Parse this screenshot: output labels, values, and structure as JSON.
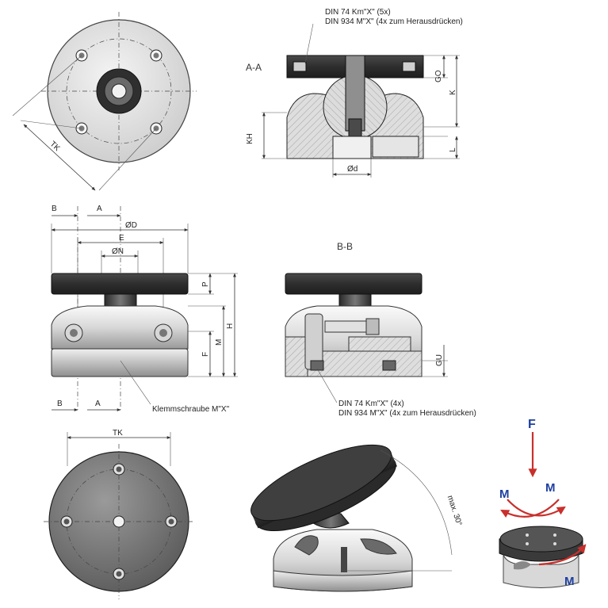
{
  "labels": {
    "top_din_74": "DIN 74 Km\"X\"  (5x)",
    "top_din_934": "DIN 934  M\"X\"  (4x zum Herausdrücken)",
    "section_aa": "A-A",
    "section_bb": "B-B",
    "dim_go": "GO",
    "dim_k": "K",
    "dim_kh": "KH",
    "dim_l": "L",
    "dim_od": "Ød",
    "dim_tk_top": "TK",
    "dim_b_top": "B",
    "dim_a_top": "A",
    "dim_oD": "ØD",
    "dim_e": "E",
    "dim_on": "ØN",
    "dim_p": "P",
    "dim_h": "H",
    "dim_m": "M",
    "dim_f": "F",
    "dim_gu": "GU",
    "dim_b_bottom": "B",
    "dim_a_bottom": "A",
    "klemmschraube": "Klemmschraube M\"X\"",
    "bb_din_74": "DIN 74 Km\"X\"   (4x)",
    "bb_din_934": "DIN 934  M\"X\"  (4x zum Herausdrücken)",
    "dim_tk_bottom": "TK",
    "max_angle": "max. 30°",
    "force_f": "F",
    "moment_m_left": "M",
    "moment_m_right": "M",
    "moment_m_bottom": "M"
  },
  "colors": {
    "dark_plate": "#3a3a3a",
    "metal_light": "#e6e6e6",
    "metal_mid": "#bcbcbc",
    "hatch": "#d6d6d6",
    "force_arrow": "#c8302c",
    "label_blue": "#1f3fa0"
  }
}
